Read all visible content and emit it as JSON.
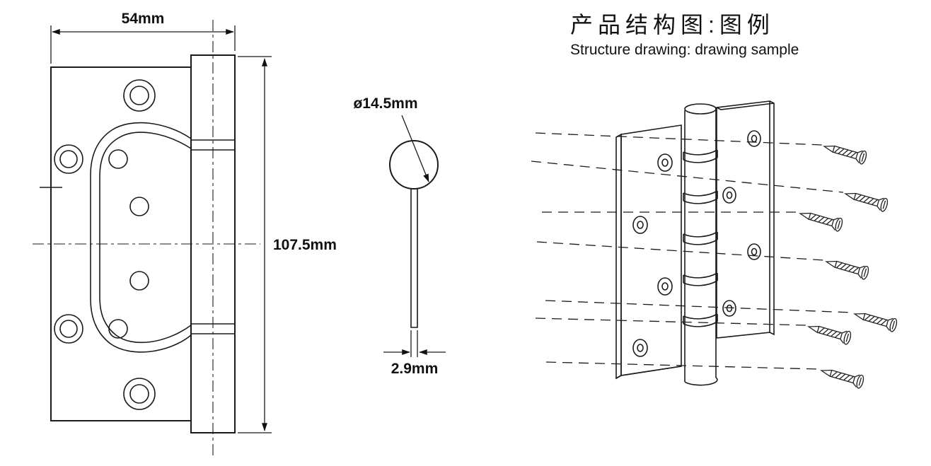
{
  "front_view": {
    "width_dim": "54mm",
    "height_dim": "107.5mm"
  },
  "side_view": {
    "diameter_dim": "ø14.5mm",
    "thickness_dim": "2.9mm"
  },
  "structure_sample": {
    "title_cn": "产品结构图:图例",
    "subtitle_en": "Structure drawing: drawing sample"
  }
}
